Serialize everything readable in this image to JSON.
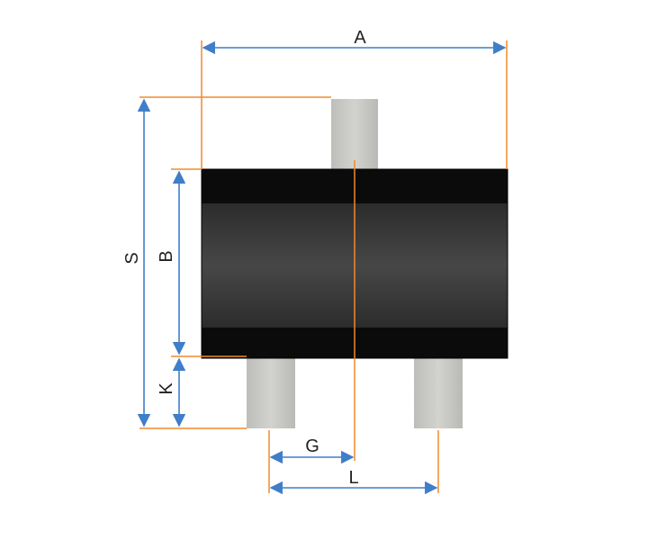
{
  "labels": {
    "A": "A",
    "B": "B",
    "S": "S",
    "K": "K",
    "G": "G",
    "L": "L"
  },
  "colors": {
    "body_dark": "#0b0b0b",
    "body_mid": "#3a3a3a",
    "lead": "#c9c9c6",
    "dimension_arrow": "#3f7ec9",
    "extension_line": "#f08a2c",
    "background": "#ffffff"
  }
}
